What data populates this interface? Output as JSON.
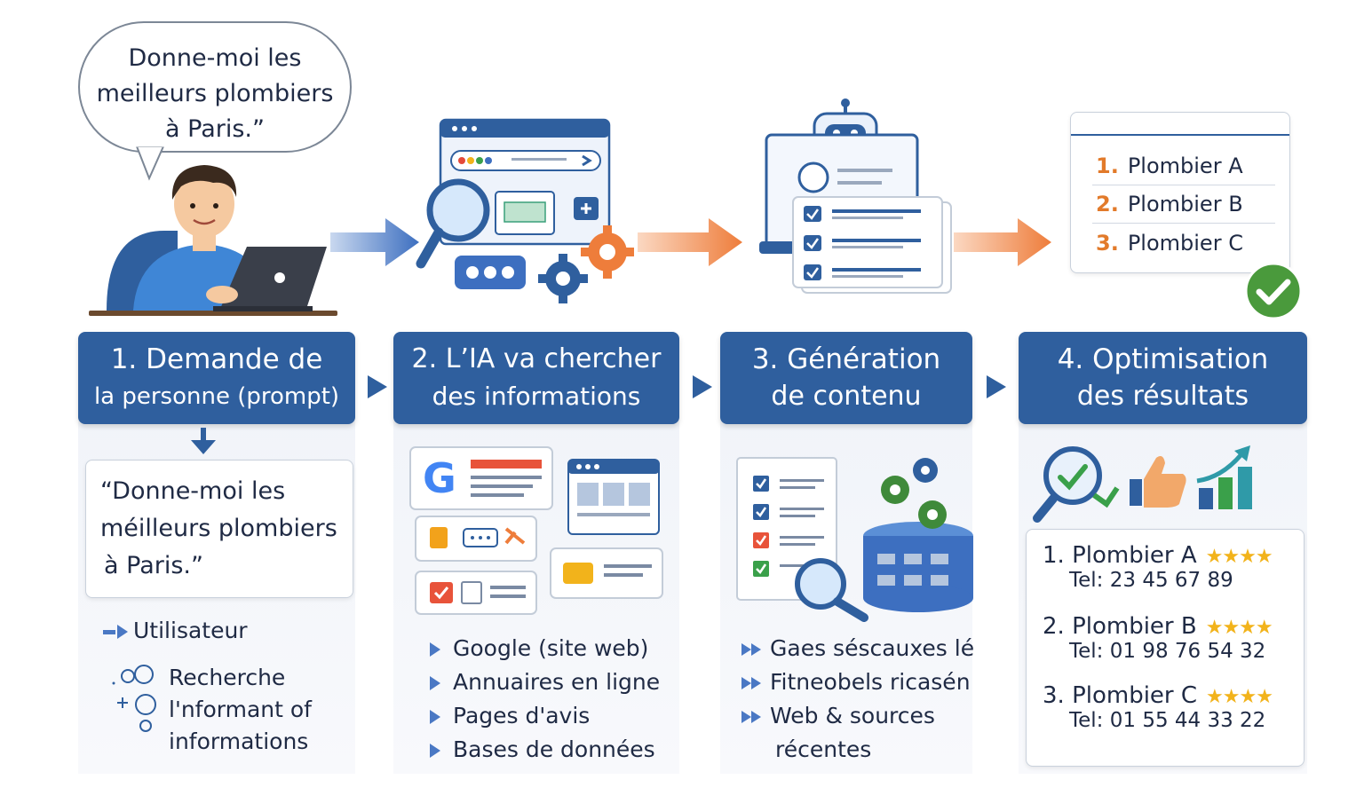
{
  "bubble": {
    "line1": "Donne-moi les",
    "line2": "meilleurs plombiers",
    "line3": "à Paris.”"
  },
  "steps": [
    {
      "line1": "1. Demande de",
      "line2": "la personne (prompt)"
    },
    {
      "line1": "2. L’IA va chercher",
      "line2": "des informations"
    },
    {
      "line1": "3. Génération",
      "line2": "de contenu"
    },
    {
      "line1": "4. Optimisation",
      "line2": "des résultats"
    }
  ],
  "ranking_card": [
    {
      "num": "1.",
      "name": "Plombier A"
    },
    {
      "num": "2.",
      "name": "Plombier B"
    },
    {
      "num": "3.",
      "name": "Plombier C"
    }
  ],
  "col1": {
    "quote1": "“Donne-moi les",
    "quote2": "méilleurs plombiers",
    "quote3": "à Paris.”",
    "user_label": "Utilisateur",
    "search1": "Recherche",
    "search2": "l'nformant of",
    "search3": "informations"
  },
  "col2": {
    "bullets": [
      "Google (site web)",
      "Annuaires en ligne",
      "Pages d'avis",
      "Bases de données"
    ]
  },
  "col3": {
    "bullets": [
      "Gaes séscauxes lé",
      "Fitneobels ricasén",
      "Web & sources"
    ],
    "bullet3_cont": "récentes"
  },
  "col4": {
    "results": [
      {
        "name": "1. Plombier  A",
        "stars": "★★★★",
        "tel": "Tel: 23 45 67 89"
      },
      {
        "name": "2. Plombier  B",
        "stars": "★★★★",
        "tel": "Tel: 01 98 76 54 32"
      },
      {
        "name": "3. Plombier  C",
        "stars": "★★★★",
        "tel": "Tel: 01 55 44 33 22"
      }
    ]
  },
  "colors": {
    "header_blue": "#2f5f9e",
    "accent_orange": "#ee7d3b",
    "accent_blue": "#4a78c4",
    "check_green": "#4a9a3c",
    "star_gold": "#f2b31b"
  }
}
